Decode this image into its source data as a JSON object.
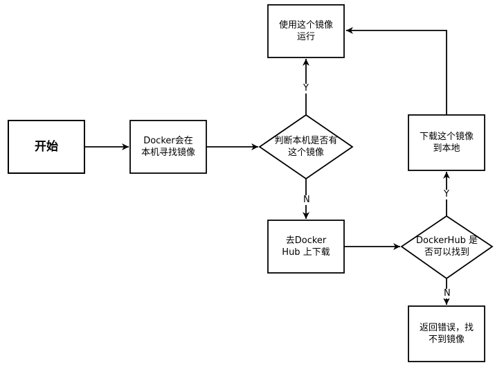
{
  "colors": {
    "stroke": "#000000",
    "fill": "#ffffff",
    "text": "#000000"
  },
  "nodes": {
    "start": "开始",
    "local_search": "Docker会在\n本机寻找镜像",
    "check_local": "判断本机是否有\n这个镜像",
    "run_image": "使用这个镜像\n运行",
    "download_hub": "去Docker\nHub 上下载",
    "check_hub": "DockerHub 是\n否可以找到",
    "download_local": "下载这个镜像\n到本地",
    "error": "返回错误，找\n不到镜像"
  },
  "edge_labels": {
    "local_yes": "Y",
    "local_no": "N",
    "hub_yes": "Y",
    "hub_no": "N"
  }
}
